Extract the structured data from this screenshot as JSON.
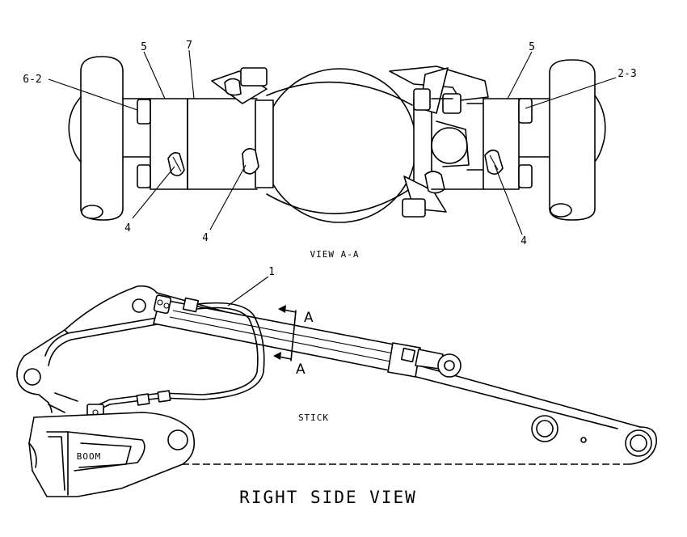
{
  "view_aa": {
    "title": "VIEW A-A",
    "callouts": {
      "c5_left": "5",
      "c7": "7",
      "c6_2": "6-2",
      "c5_right": "5",
      "c2_3": "2-3",
      "c4_a": "4",
      "c4_b": "4",
      "c4_c": "4"
    }
  },
  "side_view": {
    "title": "RIGHT SIDE VIEW",
    "callout_1": "1",
    "section_top": "A",
    "section_bottom": "A",
    "stick_label": "STICK",
    "boom_label": "BOOM"
  }
}
